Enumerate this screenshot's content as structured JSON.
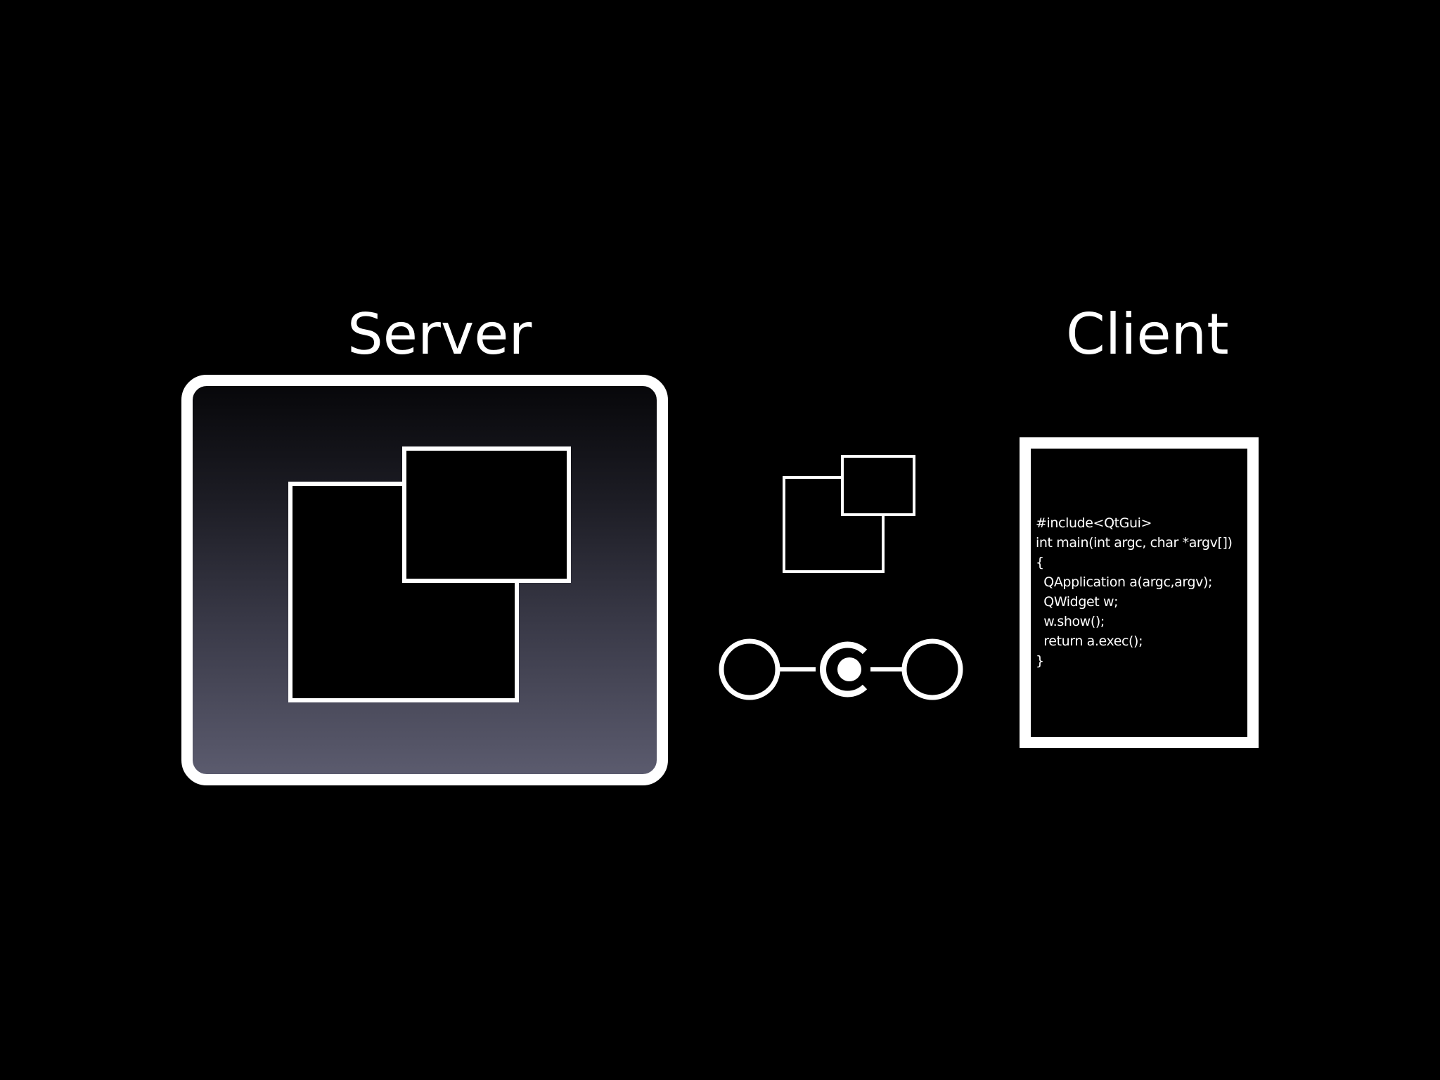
{
  "server": {
    "title": "Server"
  },
  "client": {
    "title": "Client",
    "code_lines": [
      "#include<QtGui>",
      "int main(int argc, char *argv[])",
      "{",
      "  QApplication a(argc,argv);",
      "  QWidget w;",
      "  w.show();",
      "  return a.exec();",
      "}"
    ]
  },
  "colors": {
    "background": "#000000",
    "foreground": "#ffffff",
    "server_gradient_bottom": "#5b5b6e"
  },
  "icons": {
    "server_windows": "overlapping-windows-icon",
    "protocol_windows": "overlapping-windows-icon",
    "connector": "socket-connector-icon"
  }
}
